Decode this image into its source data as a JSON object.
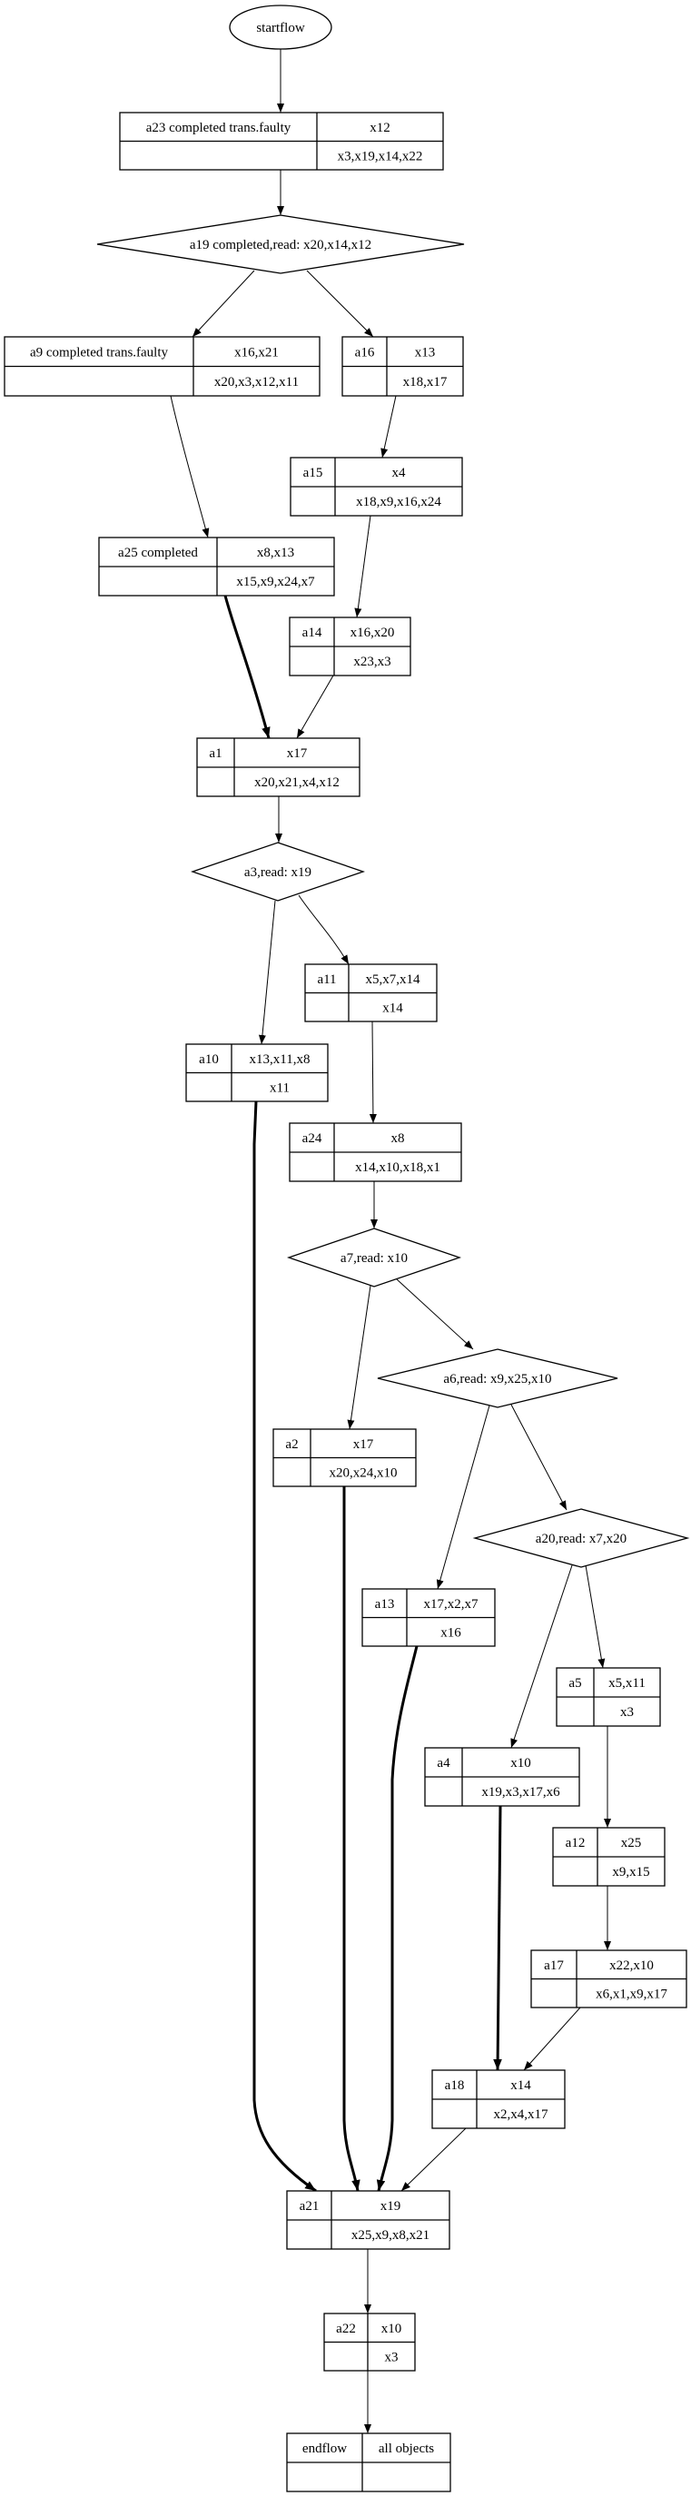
{
  "start": {
    "id": "startflow",
    "label": "startflow"
  },
  "records": [
    {
      "id": "a23",
      "left": "a23 completed trans.faulty",
      "top_right": "x12",
      "bottom_right": "x3,x19,x14,x22"
    },
    {
      "id": "a9",
      "left": "a9 completed trans.faulty",
      "top_right": "x16,x21",
      "bottom_right": "x20,x3,x12,x11"
    },
    {
      "id": "a16",
      "left": "a16",
      "top_right": "x13",
      "bottom_right": "x18,x17"
    },
    {
      "id": "a15",
      "left": "a15",
      "top_right": "x4",
      "bottom_right": "x18,x9,x16,x24"
    },
    {
      "id": "a25",
      "left": "a25 completed",
      "top_right": "x8,x13",
      "bottom_right": "x15,x9,x24,x7"
    },
    {
      "id": "a14",
      "left": "a14",
      "top_right": "x16,x20",
      "bottom_right": "x23,x3"
    },
    {
      "id": "a1",
      "left": "a1",
      "top_right": "x17",
      "bottom_right": "x20,x21,x4,x12"
    },
    {
      "id": "a11",
      "left": "a11",
      "top_right": "x5,x7,x14",
      "bottom_right": "x14"
    },
    {
      "id": "a10",
      "left": "a10",
      "top_right": "x13,x11,x8",
      "bottom_right": "x11"
    },
    {
      "id": "a24",
      "left": "a24",
      "top_right": "x8",
      "bottom_right": "x14,x10,x18,x1"
    },
    {
      "id": "a2",
      "left": "a2",
      "top_right": "x17",
      "bottom_right": "x20,x24,x10"
    },
    {
      "id": "a13",
      "left": "a13",
      "top_right": "x17,x2,x7",
      "bottom_right": "x16"
    },
    {
      "id": "a5",
      "left": "a5",
      "top_right": "x5,x11",
      "bottom_right": "x3"
    },
    {
      "id": "a4",
      "left": "a4",
      "top_right": "x10",
      "bottom_right": "x19,x3,x17,x6"
    },
    {
      "id": "a12",
      "left": "a12",
      "top_right": "x25",
      "bottom_right": "x9,x15"
    },
    {
      "id": "a17",
      "left": "a17",
      "top_right": "x22,x10",
      "bottom_right": "x6,x1,x9,x17"
    },
    {
      "id": "a18",
      "left": "a18",
      "top_right": "x14",
      "bottom_right": "x2,x4,x17"
    },
    {
      "id": "a21",
      "left": "a21",
      "top_right": "x19",
      "bottom_right": "x25,x9,x8,x21"
    },
    {
      "id": "a22",
      "left": "a22",
      "top_right": "x10",
      "bottom_right": "x3"
    },
    {
      "id": "endflow",
      "left": "endflow",
      "top_right": "all objects",
      "bottom_right": ""
    }
  ],
  "decisions": [
    {
      "id": "a19",
      "label": "a19 completed,read: x20,x14,x12"
    },
    {
      "id": "a3",
      "label": "a3,read: x19"
    },
    {
      "id": "a7",
      "label": "a7,read: x10"
    },
    {
      "id": "a6",
      "label": "a6,read: x9,x25,x10"
    },
    {
      "id": "a20",
      "label": "a20,read: x7,x20"
    }
  ],
  "edges": [
    {
      "from": "startflow",
      "to": "a23",
      "bold": false
    },
    {
      "from": "a23",
      "to": "a19",
      "bold": false
    },
    {
      "from": "a19",
      "to": "a9",
      "bold": false
    },
    {
      "from": "a19",
      "to": "a16",
      "bold": false
    },
    {
      "from": "a9",
      "to": "a25",
      "bold": false
    },
    {
      "from": "a16",
      "to": "a15",
      "bold": false
    },
    {
      "from": "a15",
      "to": "a14",
      "bold": false
    },
    {
      "from": "a25",
      "to": "a1",
      "bold": true
    },
    {
      "from": "a14",
      "to": "a1",
      "bold": false
    },
    {
      "from": "a1",
      "to": "a3",
      "bold": false
    },
    {
      "from": "a3",
      "to": "a10",
      "bold": false
    },
    {
      "from": "a3",
      "to": "a11",
      "bold": false
    },
    {
      "from": "a11",
      "to": "a24",
      "bold": false
    },
    {
      "from": "a24",
      "to": "a7",
      "bold": false
    },
    {
      "from": "a7",
      "to": "a2",
      "bold": false
    },
    {
      "from": "a7",
      "to": "a6",
      "bold": false
    },
    {
      "from": "a6",
      "to": "a13",
      "bold": false
    },
    {
      "from": "a6",
      "to": "a20",
      "bold": false
    },
    {
      "from": "a20",
      "to": "a4",
      "bold": false
    },
    {
      "from": "a20",
      "to": "a5",
      "bold": false
    },
    {
      "from": "a5",
      "to": "a12",
      "bold": false
    },
    {
      "from": "a12",
      "to": "a17",
      "bold": false
    },
    {
      "from": "a17",
      "to": "a18",
      "bold": false
    },
    {
      "from": "a4",
      "to": "a18",
      "bold": true
    },
    {
      "from": "a10",
      "to": "a21",
      "bold": true
    },
    {
      "from": "a2",
      "to": "a21",
      "bold": true
    },
    {
      "from": "a13",
      "to": "a21",
      "bold": true
    },
    {
      "from": "a18",
      "to": "a21",
      "bold": false
    },
    {
      "from": "a21",
      "to": "a22",
      "bold": false
    },
    {
      "from": "a22",
      "to": "endflow",
      "bold": false
    }
  ]
}
